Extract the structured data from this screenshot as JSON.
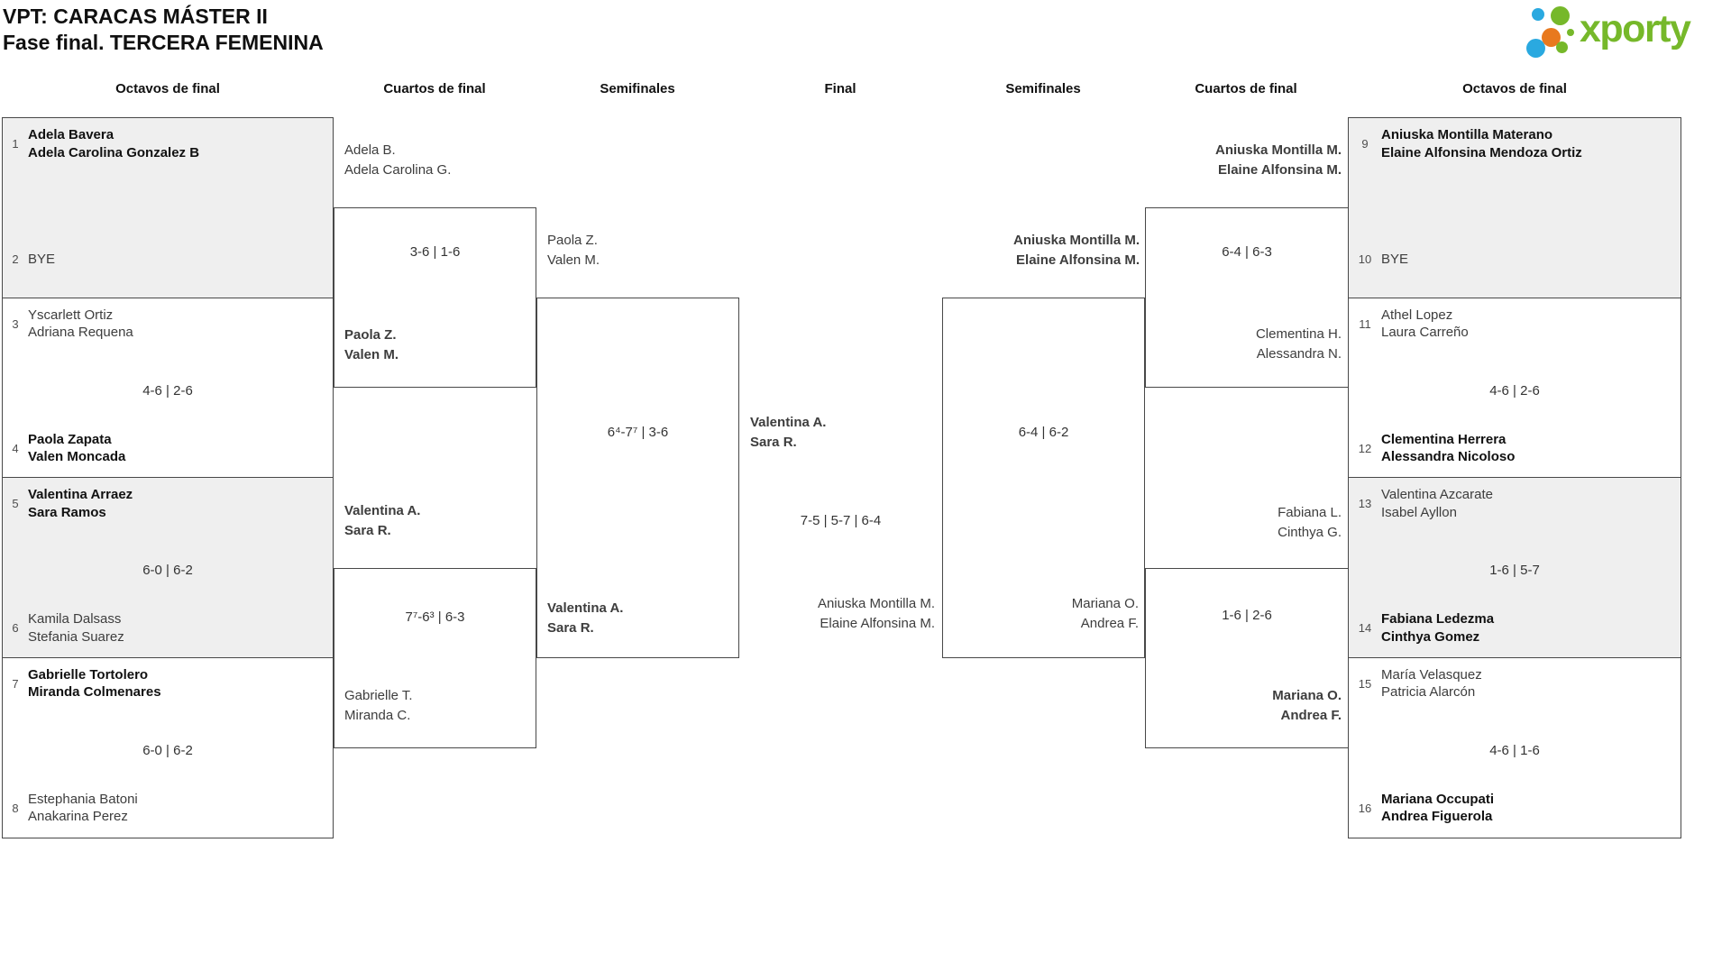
{
  "title": {
    "line1": "VPT: CARACAS MÁSTER II",
    "line2": "Fase final. TERCERA FEMENINA"
  },
  "logo": {
    "brand": "xporty"
  },
  "headers": [
    "Octavos de final",
    "Cuartos de final",
    "Semifinales",
    "Final",
    "Semifinales",
    "Cuartos de final",
    "Octavos de final"
  ],
  "colors": {
    "brand_green": "#76b82a",
    "brand_blue": "#2aa9e0",
    "brand_orange": "#e8791e",
    "shaded_row": "#efefef",
    "line": "#484848"
  },
  "r16_left": [
    {
      "a_seed": "1",
      "a_p1": "Adela Bavera",
      "a_p2": "Adela Carolina Gonzalez B",
      "score": "",
      "b_seed": "2",
      "b_p1": "BYE",
      "b_p2": ""
    },
    {
      "a_seed": "3",
      "a_p1": "Yscarlett Ortiz",
      "a_p2": "Adriana Requena",
      "score": "4-6 | 2-6",
      "b_seed": "4",
      "b_p1": "Paola Zapata",
      "b_p2": "Valen Moncada"
    },
    {
      "a_seed": "5",
      "a_p1": "Valentina Arraez",
      "a_p2": "Sara Ramos",
      "score": "6-0 | 6-2",
      "b_seed": "6",
      "b_p1": "Kamila Dalsass",
      "b_p2": "Stefania Suarez"
    },
    {
      "a_seed": "7",
      "a_p1": "Gabrielle Tortolero",
      "a_p2": "Miranda Colmenares",
      "score": "6-0 | 6-2",
      "b_seed": "8",
      "b_p1": "Estephania Batoni",
      "b_p2": "Anakarina Perez"
    }
  ],
  "r16_right": [
    {
      "a_seed": "9",
      "a_p1": "Aniuska Montilla Materano",
      "a_p2": "Elaine Alfonsina Mendoza Ortiz",
      "score": "",
      "b_seed": "10",
      "b_p1": "BYE",
      "b_p2": ""
    },
    {
      "a_seed": "11",
      "a_p1": "Athel Lopez",
      "a_p2": "Laura Carreño",
      "score": "4-6 | 2-6",
      "b_seed": "12",
      "b_p1": "Clementina Herrera",
      "b_p2": "Alessandra Nicoloso"
    },
    {
      "a_seed": "13",
      "a_p1": "Valentina Azcarate",
      "a_p2": "Isabel Ayllon",
      "score": "1-6 | 5-7",
      "b_seed": "14",
      "b_p1": "Fabiana Ledezma",
      "b_p2": "Cinthya Gomez"
    },
    {
      "a_seed": "15",
      "a_p1": "María Velasquez",
      "a_p2": "Patricia Alarcón",
      "score": "4-6 | 1-6",
      "b_seed": "16",
      "b_p1": "Mariana Occupati",
      "b_p2": "Andrea Figuerola"
    }
  ],
  "qf_left": [
    {
      "a_p1": "Adela B.",
      "a_p2": "Adela Carolina G.",
      "score": "3-6 | 1-6",
      "b_p1": "Paola Z.",
      "b_p2": "Valen M."
    },
    {
      "a_p1": "Valentina A.",
      "a_p2": "Sara R.",
      "score": "7⁷-6³ | 6-3",
      "b_p1": "Gabrielle T.",
      "b_p2": "Miranda C."
    }
  ],
  "qf_right": [
    {
      "a_p1": "Aniuska Montilla M.",
      "a_p2": "Elaine Alfonsina M.",
      "score": "6-4 | 6-3",
      "b_p1": "Clementina H.",
      "b_p2": "Alessandra N."
    },
    {
      "a_p1": "Fabiana L.",
      "a_p2": "Cinthya G.",
      "score": "1-6 | 2-6",
      "b_p1": "Mariana O.",
      "b_p2": "Andrea F."
    }
  ],
  "sf_left": {
    "a_p1": "Paola Z.",
    "a_p2": "Valen M.",
    "score": "6⁴-7⁷ | 3-6",
    "b_p1": "Valentina A.",
    "b_p2": "Sara R."
  },
  "sf_right": {
    "a_p1": "Aniuska Montilla M.",
    "a_p2": "Elaine Alfonsina M.",
    "score": "6-4 | 6-2",
    "b_p1": "Mariana O.",
    "b_p2": "Andrea F."
  },
  "final": {
    "a_p1": "Valentina A.",
    "a_p2": "Sara R.",
    "score": "7-5 | 5-7 | 6-4",
    "b_p1": "Aniuska Montilla M.",
    "b_p2": "Elaine Alfonsina M."
  }
}
